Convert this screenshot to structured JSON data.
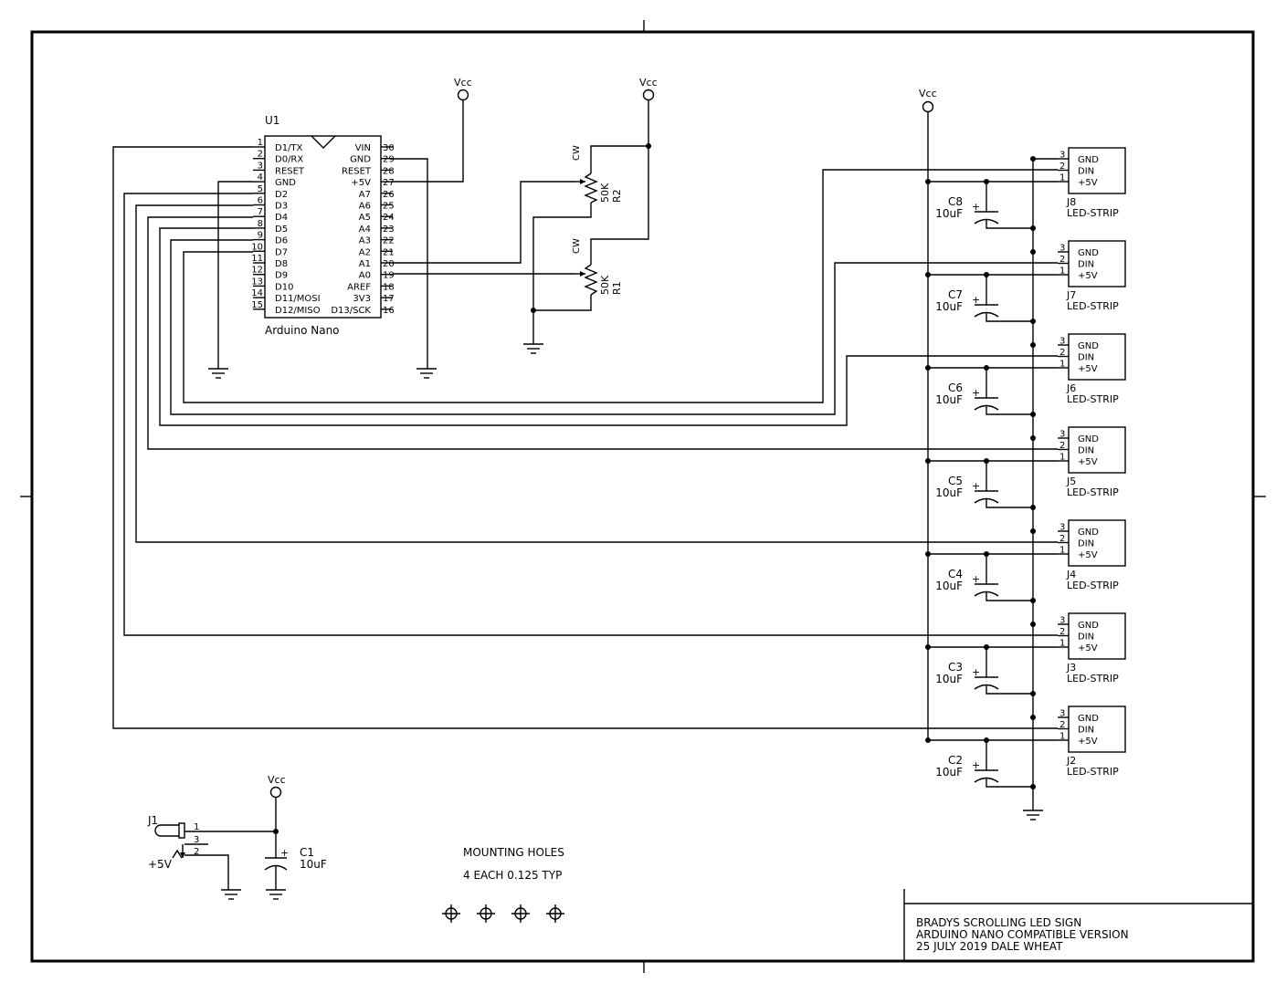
{
  "u1": {
    "ref": "U1",
    "name": "Arduino Nano",
    "left_pins": [
      {
        "num": "1",
        "name": "D1/TX"
      },
      {
        "num": "2",
        "name": "D0/RX"
      },
      {
        "num": "3",
        "name": "RESET"
      },
      {
        "num": "4",
        "name": "GND"
      },
      {
        "num": "5",
        "name": "D2"
      },
      {
        "num": "6",
        "name": "D3"
      },
      {
        "num": "7",
        "name": "D4"
      },
      {
        "num": "8",
        "name": "D5"
      },
      {
        "num": "9",
        "name": "D6"
      },
      {
        "num": "10",
        "name": "D7"
      },
      {
        "num": "11",
        "name": "D8"
      },
      {
        "num": "12",
        "name": "D9"
      },
      {
        "num": "13",
        "name": "D10"
      },
      {
        "num": "14",
        "name": "D11/MOSI"
      },
      {
        "num": "15",
        "name": "D12/MISO"
      }
    ],
    "right_pins": [
      {
        "num": "30",
        "name": "VIN"
      },
      {
        "num": "29",
        "name": "GND"
      },
      {
        "num": "28",
        "name": "RESET"
      },
      {
        "num": "27",
        "name": "+5V"
      },
      {
        "num": "26",
        "name": "A7"
      },
      {
        "num": "25",
        "name": "A6"
      },
      {
        "num": "24",
        "name": "A5"
      },
      {
        "num": "23",
        "name": "A4"
      },
      {
        "num": "22",
        "name": "A3"
      },
      {
        "num": "21",
        "name": "A2"
      },
      {
        "num": "20",
        "name": "A1"
      },
      {
        "num": "19",
        "name": "A0"
      },
      {
        "num": "18",
        "name": "AREF"
      },
      {
        "num": "17",
        "name": "3V3"
      },
      {
        "num": "16",
        "name": "D13/SCK"
      }
    ]
  },
  "vcc_label": "Vcc",
  "pots": [
    {
      "ref": "R2",
      "value": "50K",
      "cw": "CW"
    },
    {
      "ref": "R1",
      "value": "50K",
      "cw": "CW"
    }
  ],
  "connectors": [
    {
      "ref": "J8",
      "type": "LED-STRIP"
    },
    {
      "ref": "J7",
      "type": "LED-STRIP"
    },
    {
      "ref": "J6",
      "type": "LED-STRIP"
    },
    {
      "ref": "J5",
      "type": "LED-STRIP"
    },
    {
      "ref": "J4",
      "type": "LED-STRIP"
    },
    {
      "ref": "J3",
      "type": "LED-STRIP"
    },
    {
      "ref": "J2",
      "type": "LED-STRIP"
    }
  ],
  "connector_pins": [
    {
      "num": "3",
      "name": "GND"
    },
    {
      "num": "2",
      "name": "DIN"
    },
    {
      "num": "1",
      "name": "+5V"
    }
  ],
  "caps": [
    {
      "ref": "C8",
      "value": "10uF"
    },
    {
      "ref": "C7",
      "value": "10uF"
    },
    {
      "ref": "C6",
      "value": "10uF"
    },
    {
      "ref": "C5",
      "value": "10uF"
    },
    {
      "ref": "C4",
      "value": "10uF"
    },
    {
      "ref": "C3",
      "value": "10uF"
    },
    {
      "ref": "C2",
      "value": "10uF"
    }
  ],
  "power_jack": {
    "ref": "J1",
    "label": "+5V",
    "pins": [
      "1",
      "3",
      "2"
    ]
  },
  "c1": {
    "ref": "C1",
    "value": "10uF"
  },
  "cap_plus": "+",
  "mounting": {
    "title": "MOUNTING HOLES",
    "detail": "4 EACH 0.125 TYP"
  },
  "title_block": {
    "line1": "BRADYS SCROLLING LED SIGN",
    "line2": "ARDUINO NANO COMPATIBLE VERSION",
    "line3": "25 JULY 2019 DALE WHEAT"
  }
}
